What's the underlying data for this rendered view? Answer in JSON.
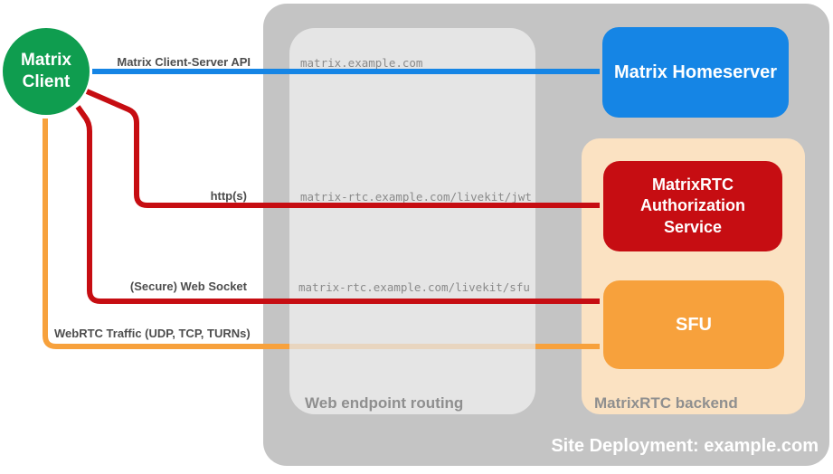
{
  "colors": {
    "green": "#0f9d4f",
    "blue": "#1585e5",
    "red": "#c60d12",
    "orange": "#f7a13c",
    "peach": "#fbe2c2",
    "outer_gray": "#c4c4c4",
    "inner_gray": "#e5e5e5",
    "edge_label_gray": "#4d4d4d",
    "zone_label_gray": "#8f8f8f",
    "mono_gray": "#8a8a8a"
  },
  "nodes": {
    "client": {
      "label": "Matrix Client"
    },
    "homeserver": {
      "label": "Matrix Homeserver"
    },
    "auth": {
      "label": "MatrixRTC Authorization Service"
    },
    "sfu": {
      "label": "SFU"
    }
  },
  "containers": {
    "site": {
      "label": "Site Deployment: example.com"
    },
    "routing": {
      "label": "Web endpoint routing"
    },
    "backend": {
      "label": "MatrixRTC backend"
    }
  },
  "edges": [
    {
      "id": "client-server-api",
      "label": "Matrix Client-Server API",
      "endpoint": "matrix.example.com",
      "color": "#1585e5",
      "bidirectional": true
    },
    {
      "id": "https-jwt",
      "label": "http(s)",
      "endpoint": "matrix-rtc.example.com/livekit/jwt",
      "color": "#c60d12",
      "bidirectional": true
    },
    {
      "id": "websocket-sfu",
      "label": "(Secure) Web Socket",
      "endpoint": "matrix-rtc.example.com/livekit/sfu",
      "color": "#c60d12",
      "bidirectional": true
    },
    {
      "id": "webrtc-traffic",
      "label": "WebRTC Traffic (UDP, TCP, TURNs)",
      "color": "#f7a13c",
      "bidirectional": true
    }
  ]
}
